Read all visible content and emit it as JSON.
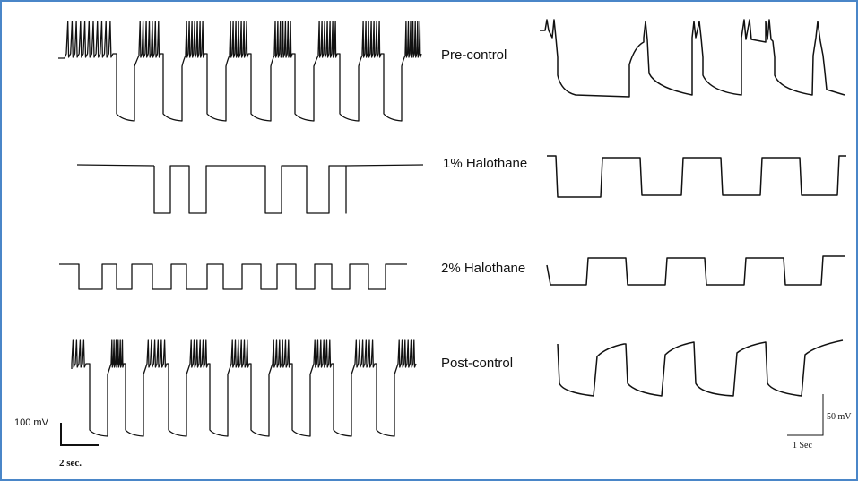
{
  "conditions": [
    {
      "label": "Pre-control"
    },
    {
      "label": "1% Halothane"
    },
    {
      "label": "2% Halothane"
    },
    {
      "label": "Post-control"
    }
  ],
  "left_scale": {
    "voltage_label": "100 mV",
    "time_label": "2 sec."
  },
  "right_scale": {
    "voltage_label": "50 mV",
    "time_label": "1  Sec"
  },
  "colors": {
    "border": "#4a86c8",
    "trace": "#111111",
    "background": "#ffffff"
  }
}
